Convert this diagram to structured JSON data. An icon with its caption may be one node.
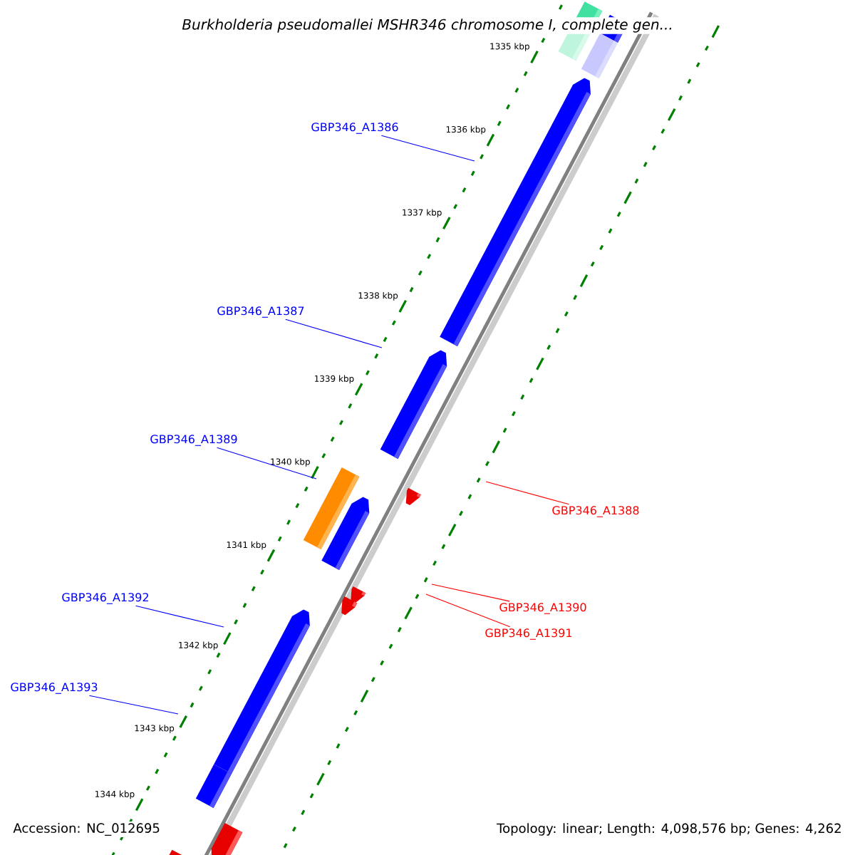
{
  "diagram": {
    "title": "Burkholderia pseudomallei MSHR346 chromosome I, complete gen...",
    "nodes": [
      {
        "text": [
          "GBP346_A1386"
        ]
      },
      {
        "text": [
          "GBP346_A1387"
        ]
      },
      {
        "text": [
          "GBP346_A1389"
        ]
      },
      {
        "text": [
          "GBP346_A1388"
        ]
      },
      {
        "text": [
          "GBP346_A1392"
        ]
      },
      {
        "text": [
          "GBP346_A1390"
        ]
      },
      {
        "text": [
          "GBP346_A1391"
        ]
      },
      {
        "text": [
          "GBP346_A1393"
        ]
      }
    ],
    "edges": [
      {
        "from": 0,
        "to": null,
        "arrow": "none",
        "color": "#0000ff"
      },
      {
        "from": 1,
        "to": null,
        "arrow": "none",
        "color": "#0000ff"
      },
      {
        "from": 2,
        "to": null,
        "arrow": "none",
        "color": "#0000ff"
      },
      {
        "from": 3,
        "to": null,
        "arrow": "none",
        "color": "#ff0000"
      },
      {
        "from": 4,
        "to": null,
        "arrow": "none",
        "color": "#0000ff"
      },
      {
        "from": 5,
        "to": null,
        "arrow": "none",
        "color": "#ff0000"
      },
      {
        "from": 6,
        "to": null,
        "arrow": "none",
        "color": "#ff0000"
      },
      {
        "from": 7,
        "to": null,
        "arrow": "none",
        "color": "#0000ff"
      }
    ],
    "labels": [
      "1335 kbp",
      "1336 kbp",
      "1337 kbp",
      "1338 kbp",
      "1339 kbp",
      "1340 kbp",
      "1341 kbp",
      "1342 kbp",
      "1343 kbp",
      "1344 kbp",
      "Accession: NC_012695",
      "Topology: linear; Length: 4,098,576 bp; Genes: 4,262"
    ]
  }
}
